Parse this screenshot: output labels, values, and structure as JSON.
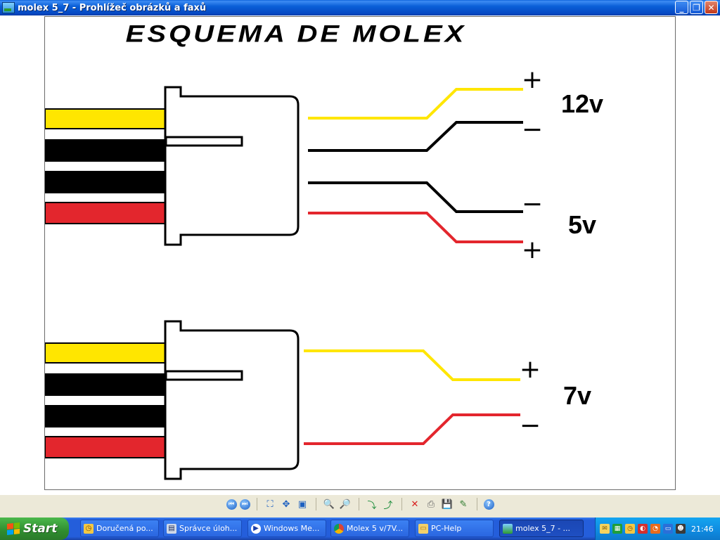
{
  "window": {
    "title": "molex 5_7 - Prohlížeč obrázků a faxů",
    "minimize_label": "_",
    "maximize_label": "❐",
    "close_label": "✕"
  },
  "diagram": {
    "heading": "ESQUEMA DE MOLEX",
    "labels": {
      "plus_top": "+",
      "minus_12": "−",
      "minus_5": "−",
      "plus_5": "+",
      "v12": "12v",
      "v5": "5v",
      "plus_7": "+",
      "minus_7": "−",
      "v7": "7v"
    },
    "colors": {
      "yellow": "#ffe600",
      "black": "#000000",
      "red": "#e3262d"
    }
  },
  "toolbar": {
    "buttons": [
      {
        "icon": "previous-image-icon",
        "glyph": "⏮"
      },
      {
        "icon": "next-image-icon",
        "glyph": "⏭"
      },
      {
        "icon": "best-fit-icon",
        "glyph": "⛶"
      },
      {
        "icon": "actual-size-icon",
        "glyph": "✥"
      },
      {
        "icon": "slideshow-icon",
        "glyph": "▣"
      },
      {
        "icon": "zoom-in-icon",
        "glyph": "🔍"
      },
      {
        "icon": "zoom-out-icon",
        "glyph": "🔎"
      },
      {
        "icon": "rotate-clockwise-icon",
        "glyph": "⤵"
      },
      {
        "icon": "rotate-counterclockwise-icon",
        "glyph": "⤴"
      },
      {
        "icon": "delete-icon",
        "glyph": "✕"
      },
      {
        "icon": "print-icon",
        "glyph": "⎙"
      },
      {
        "icon": "save-icon",
        "glyph": "💾"
      },
      {
        "icon": "edit-icon",
        "glyph": "✎"
      },
      {
        "icon": "help-icon",
        "glyph": "?"
      }
    ]
  },
  "taskbar": {
    "start_label": "Start",
    "tasks": [
      {
        "label": "Doručená po...",
        "icon": "outlook-icon"
      },
      {
        "label": "Správce úloh...",
        "icon": "task-manager-icon"
      },
      {
        "label": "Windows Me...",
        "icon": "media-player-icon"
      },
      {
        "label": "Molex 5 v/7V...",
        "icon": "chrome-icon"
      },
      {
        "label": "PC-Help",
        "icon": "folder-icon"
      },
      {
        "label": "molex 5_7 - ...",
        "icon": "image-viewer-icon",
        "active": true
      }
    ],
    "clock": "21:46"
  }
}
